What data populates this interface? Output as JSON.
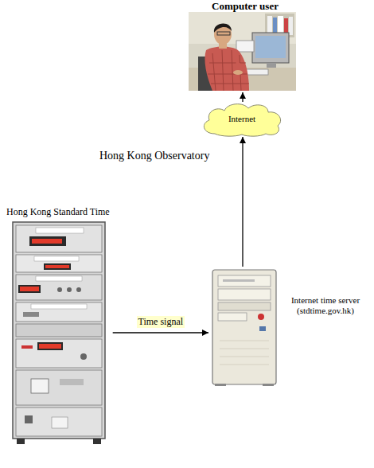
{
  "diagram": {
    "nodes": [
      {
        "text": [
          "Computer user"
        ]
      },
      {
        "text": [
          "Internet"
        ]
      },
      {
        "text": [
          "Hong Kong Observatory"
        ]
      },
      {
        "text": [
          "Hong Kong Standard Time"
        ],
        "in": 2
      },
      {
        "text": [
          "Internet time server (stdtime.gov.hk)"
        ],
        "in": 2
      }
    ],
    "edges": [
      {
        "from": 3,
        "to": 4,
        "label": "Time signal",
        "arrow": "to"
      },
      {
        "from": 4,
        "to": 1,
        "arrow": "to"
      },
      {
        "from": 1,
        "to": 0,
        "arrow": "to"
      }
    ]
  }
}
